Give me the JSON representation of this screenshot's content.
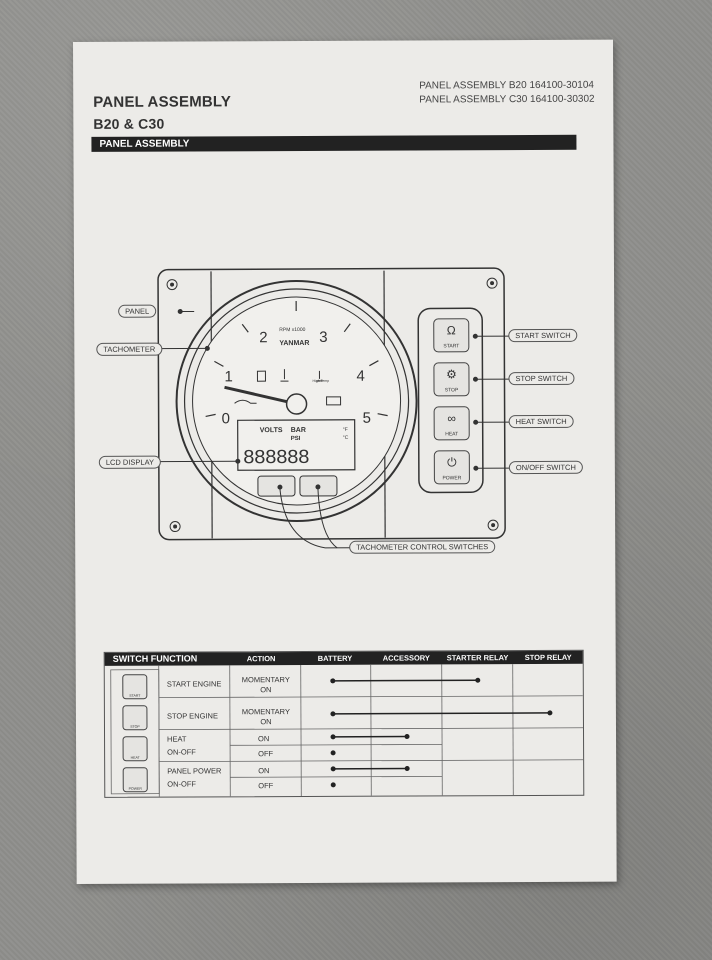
{
  "header": {
    "title_line1": "PANEL ASSEMBLY",
    "title_line2": "B20 & C30",
    "part_b20": "PANEL ASSEMBLY B20 164100-30104",
    "part_c30": "PANEL ASSEMBLY C30 164100-30302"
  },
  "section_bar": "PANEL ASSEMBLY",
  "diagram": {
    "callouts": {
      "panel": "PANEL",
      "tachometer": "TACHOMETER",
      "lcd": "LCD DISPLAY",
      "start": "START SWITCH",
      "stop": "STOP SWITCH",
      "heat": "HEAT SWITCH",
      "onoff": "ON/OFF SWITCH",
      "tach_switches": "TACHOMETER CONTROL SWITCHES"
    },
    "gauge": {
      "scale_label": "RPM x1000",
      "brand": "YANMAR",
      "hi_temp": "High Temp",
      "numbers": [
        "0",
        "1",
        "2",
        "3",
        "4",
        "5"
      ],
      "lcd_volts": "VOLTS",
      "lcd_bar": "BAR",
      "lcd_psi": "PSI",
      "lcd_f": "°F",
      "lcd_c": "°C",
      "lcd_digits": "888888"
    },
    "switch_labels": {
      "start": "START",
      "stop": "STOP",
      "heat": "HEAT",
      "power": "POWER"
    }
  },
  "switch_function": {
    "title": "SWITCH FUNCTION",
    "headers": [
      "ACTION",
      "BATTERY",
      "ACCESSORY",
      "STARTER RELAY",
      "STOP RELAY"
    ],
    "rows": [
      {
        "icon_label": "START",
        "function": "START ENGINE",
        "action": "MOMENTARY ON"
      },
      {
        "icon_label": "STOP",
        "function": "STOP ENGINE",
        "action": "MOMENTARY ON"
      },
      {
        "icon_label": "HEAT",
        "function_1": "HEAT",
        "function_2": "ON-OFF",
        "action_1": "ON",
        "action_2": "OFF"
      },
      {
        "icon_label": "POWER",
        "function_1": "PANEL POWER",
        "function_2": "ON-OFF",
        "action_1": "ON",
        "action_2": "OFF"
      }
    ]
  }
}
